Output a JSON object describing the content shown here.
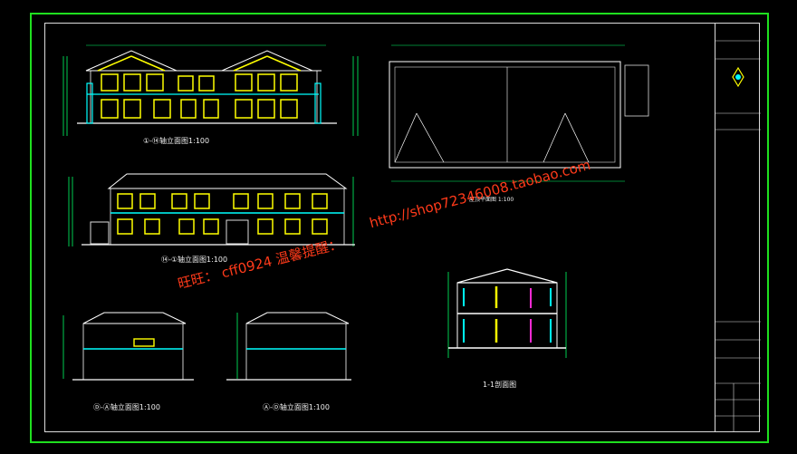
{
  "drawings": {
    "elev_1_14": {
      "title": "①-⑭轴立面图1:100"
    },
    "elev_14_1": {
      "title": "⑭-①轴立面图1:100"
    },
    "elev_d_a": {
      "title": "Ⓓ-Ⓐ轴立面图1:100"
    },
    "elev_a_d": {
      "title": "Ⓐ-Ⓓ轴立面图1:100"
    },
    "roof_plan": {
      "title": "屋顶平面图 1:100"
    },
    "section": {
      "title": "1-1剖面图"
    }
  },
  "watermark": {
    "line1": "旺旺： cff0924  温馨提醒：",
    "line2": "http://shop72346008.taobao.com"
  },
  "colors": {
    "frame_outer": "#1fe01f",
    "frame_inner": "#dcdcdc",
    "window": "#ffff00",
    "accent": "#00ffff",
    "dimension": "#00ff66",
    "watermark": "#ff3a1a"
  }
}
